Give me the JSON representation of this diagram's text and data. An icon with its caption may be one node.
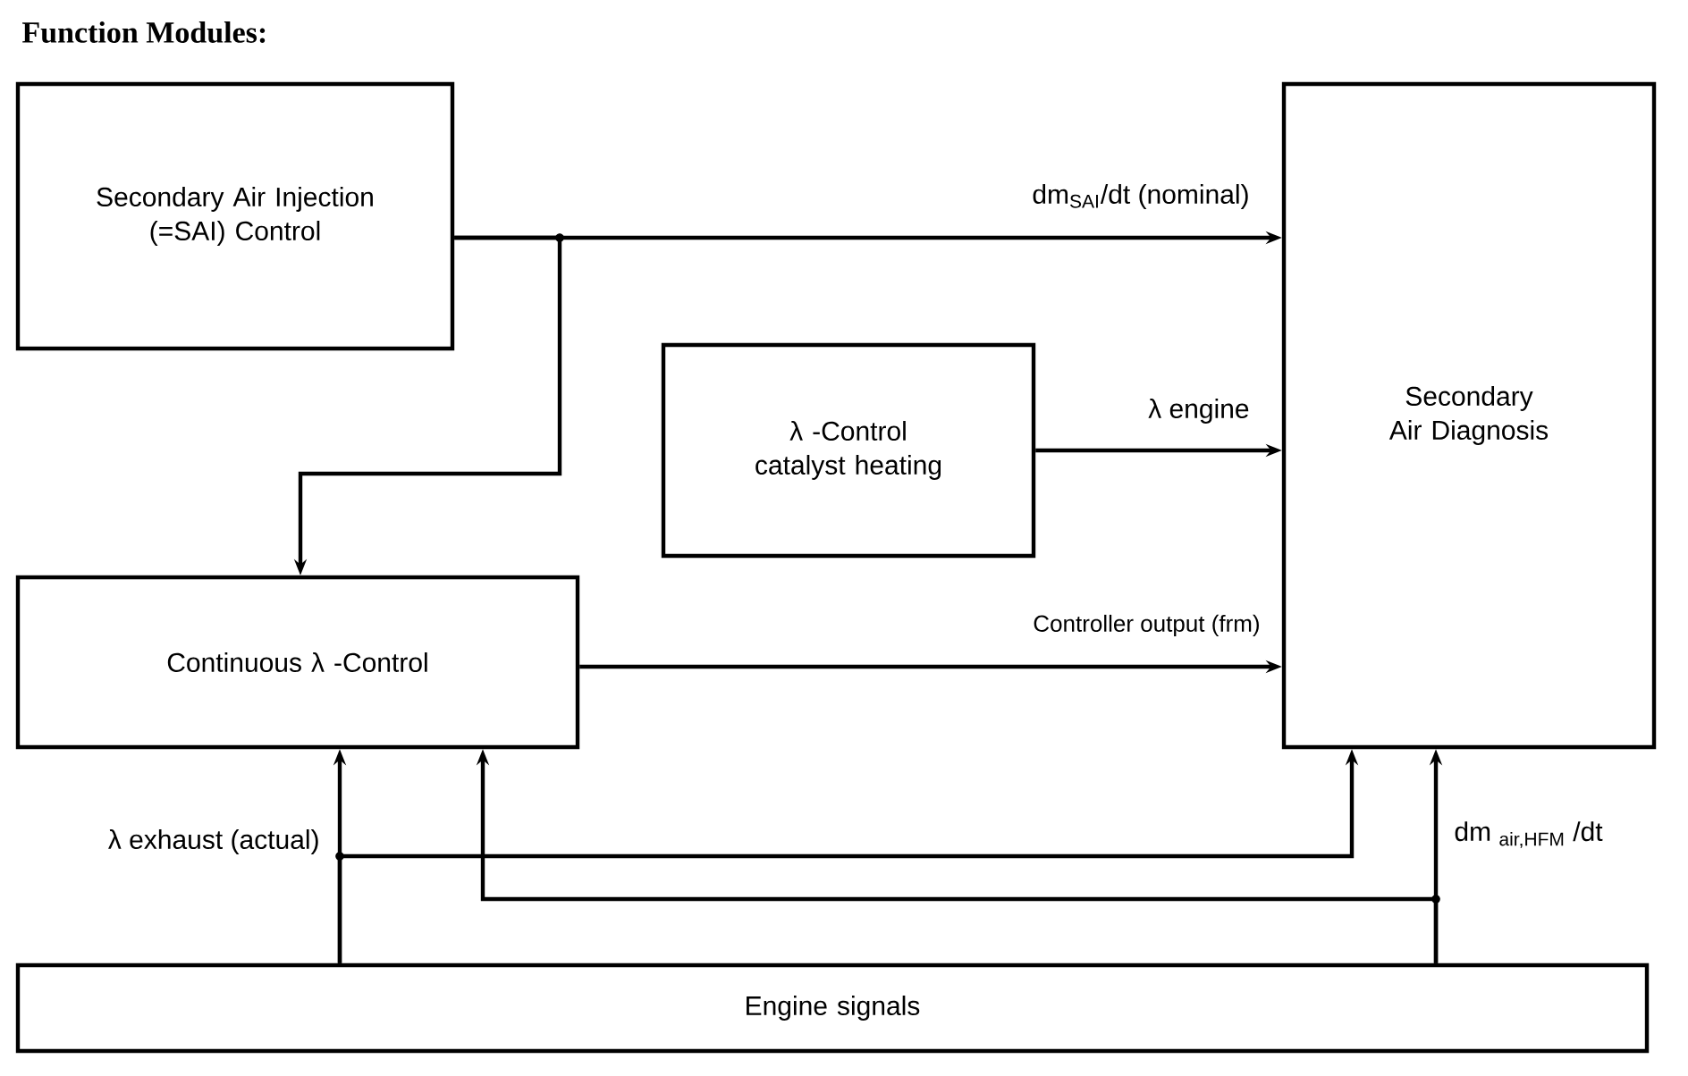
{
  "diagram": {
    "title": "Function Modules:",
    "nodes": [
      {
        "text": [
          "Secondary Air Injection (=SAI) Control"
        ]
      },
      {
        "text": [
          "λ -Control catalyst heating"
        ]
      },
      {
        "text": [
          "Secondary Air Diagnosis"
        ]
      },
      {
        "text": [
          "Continuous λ -Control"
        ]
      },
      {
        "text": [
          "Engine signals"
        ]
      }
    ],
    "edges": [
      {
        "from": 0,
        "to": 2,
        "arrow": "to",
        "label": "dm$_{SAI}$/dt (nominal)"
      },
      {
        "from": 0,
        "to": 3,
        "arrow": "to"
      },
      {
        "from": 1,
        "to": 2,
        "arrow": "to",
        "label": "λ engine"
      },
      {
        "from": 3,
        "to": 2,
        "arrow": "to",
        "label": "Controller output (frm)"
      },
      {
        "from": 4,
        "to": 3,
        "arrow": "to",
        "label": "λ exhaust (actual)"
      },
      {
        "from": 4,
        "to": 2,
        "arrow": "to"
      },
      {
        "from": 4,
        "to": 2,
        "arrow": "to",
        "label": "dm $_{air,HFM}$ /dt"
      },
      {
        "from": 4,
        "to": 3,
        "arrow": "to"
      }
    ]
  }
}
